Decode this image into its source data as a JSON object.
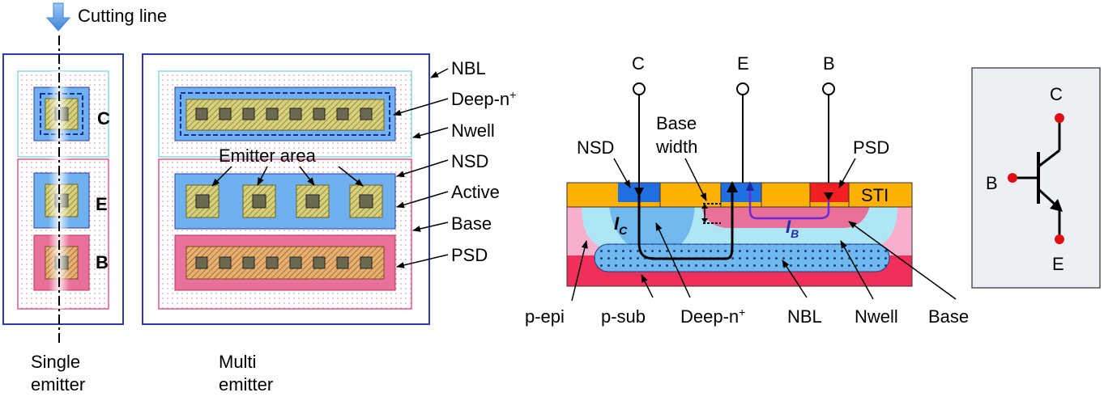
{
  "layout_view": {
    "cutting_line_label": "Cutting line",
    "single_emitter_caption": [
      "Single",
      "emitter"
    ],
    "multi_emitter_caption": [
      "Multi",
      "emitter"
    ],
    "terminal_labels": {
      "collector": "C",
      "emitter": "E",
      "base": "B"
    },
    "emitter_area_label": "Emitter area",
    "layer_labels": {
      "nbl": "NBL",
      "deep_n_base": "Deep-n",
      "deep_n_sup": "+",
      "nwell": "Nwell",
      "nsd": "NSD",
      "active": "Active",
      "base": "Base",
      "psd": "PSD"
    }
  },
  "cross_section": {
    "terminal_labels": {
      "collector": "C",
      "emitter": "E",
      "base": "B"
    },
    "top_labels": {
      "nsd": "NSD",
      "base_width": [
        "Base",
        "width"
      ],
      "psd": "PSD",
      "sti": "STI"
    },
    "current_labels": {
      "ic_main": "I",
      "ic_sub": "C",
      "ib_main": "I",
      "ib_sub": "B"
    },
    "bottom_labels": {
      "p_epi": "p-epi",
      "p_sub": "p-sub",
      "deep_n_base": "Deep-n",
      "deep_n_sup": "+",
      "nbl": "NBL",
      "nwell": "Nwell",
      "base": "Base"
    }
  },
  "symbol": {
    "collector": "C",
    "base": "B",
    "emitter": "E"
  },
  "colors": {
    "nbl_outline": "#2e3bb3",
    "nwell_outline": "#8fd3e8",
    "base_outline": "#e05a8a",
    "active_blue": "#6fb0ee",
    "active_pink": "#e8709a",
    "contact_olive": "#c9c76a",
    "sti_orange": "#ffb000",
    "sub_red": "#f0305a",
    "nwell_fill": "#aee6f6",
    "symbol_bg": "#eceff4"
  }
}
